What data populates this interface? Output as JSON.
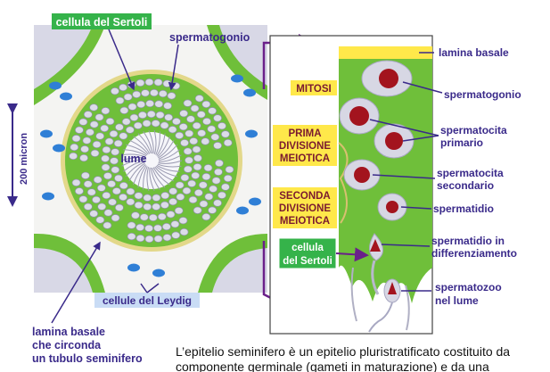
{
  "figure": {
    "left_labels": {
      "sertoli_cell": "cellula del Sertoli",
      "spermatogonium": "spermatogonio",
      "lumen": "lume",
      "scale": "200 micron",
      "leydig_cells": "cellule del Leydig",
      "basal_lamina_line1": "lamina basale",
      "basal_lamina_line2": "che circonda",
      "basal_lamina_line3": "un tubulo seminifero"
    },
    "stage_labels": {
      "mitosis": "MITOSI",
      "meiosis1_line1": "PRIMA",
      "meiosis1_line2": "DIVISIONE",
      "meiosis1_line3": "MEIOTICA",
      "meiosis2_line1": "SECONDA",
      "meiosis2_line2": "DIVISIONE",
      "meiosis2_line3": "MEIOTICA",
      "sertoli_line1": "cellula",
      "sertoli_line2": "del Sertoli"
    },
    "right_labels": {
      "basal_lamina": "lamina basale",
      "spermatogonium": "spermatogonio",
      "primary_line1": "spermatocita",
      "primary_line2": "primario",
      "secondary_line1": "spermatocita",
      "secondary_line2": "secondario",
      "spermatid": "spermatidio",
      "differentiating_line1": "spermatidio in",
      "differentiating_line2": "differenziamento",
      "spermatozoon_line1": "spermatozoo",
      "spermatozoon_line2": "nel lume"
    },
    "colors": {
      "label_text": "#3a2a8a",
      "arrow": "#6a1f8a",
      "tissue_green": "#6fbf3a",
      "stage_label_bg": "#ffe84a",
      "sertoli_label_bg": "#35b34a",
      "leydig_label_bg": "#c9dcf5",
      "nucleus_red": "#a3141e",
      "leydig_blue": "#2f7fd6"
    }
  },
  "caption": {
    "line1": "L’epitelio seminifero è un epitelio pluristratificato costituito da",
    "line2": "componente germinale (gameti in maturazione) e da una"
  }
}
